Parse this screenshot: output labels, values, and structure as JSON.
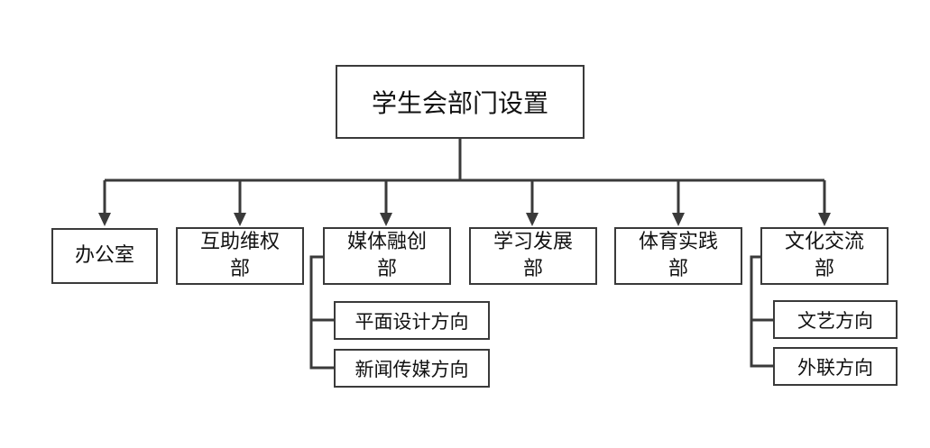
{
  "title": "学生会部门设置",
  "departments": [
    {
      "name": "办公室"
    },
    {
      "name_line1": "互助维权",
      "name_line2": "部"
    },
    {
      "name_line1": "媒体融创",
      "name_line2": "部",
      "subs": [
        "平面设计方向",
        "新闻传媒方向"
      ]
    },
    {
      "name_line1": "学习发展",
      "name_line2": "部"
    },
    {
      "name_line1": "体育实践",
      "name_line2": "部"
    },
    {
      "name_line1": "文化交流",
      "name_line2": "部",
      "subs": [
        "文艺方向",
        "外联方向"
      ]
    }
  ],
  "colors": {
    "line": "#3a3a3a",
    "fill": "#ffffff",
    "text": "#111111"
  }
}
